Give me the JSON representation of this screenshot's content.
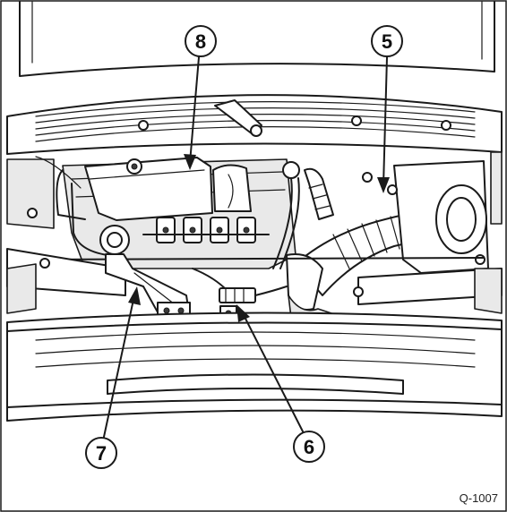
{
  "callouts": [
    {
      "label": "8"
    },
    {
      "label": "5"
    },
    {
      "label": "7"
    },
    {
      "label": "6"
    }
  ],
  "figure_code": "Q-1007"
}
